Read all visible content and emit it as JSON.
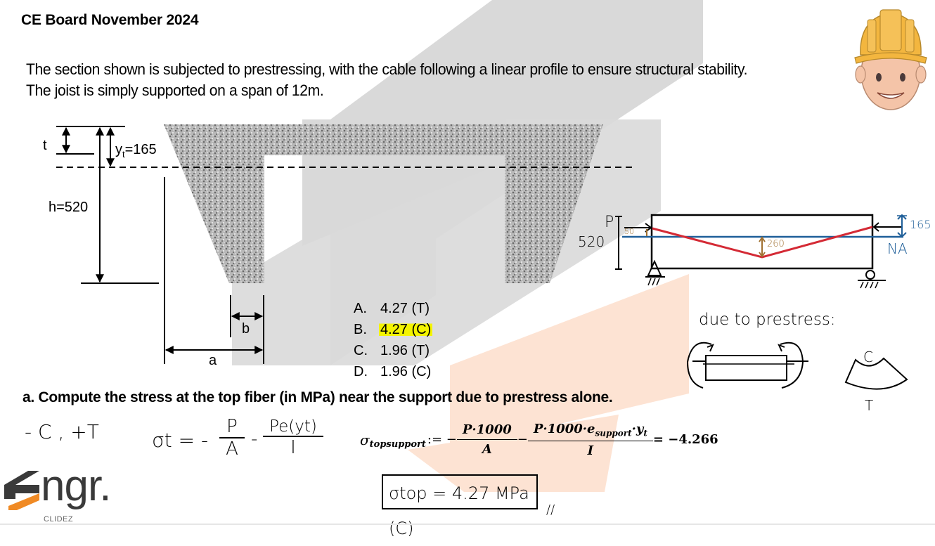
{
  "slide": {
    "title": "CE Board November 2024",
    "problem_lines": [
      "The section shown is subjected to prestressing, with the cable following a linear profile to ensure structural stability.",
      "The joist is simply supported on a span of 12m."
    ]
  },
  "section_diagram": {
    "label_t": "t",
    "label_yt_base": "y",
    "label_yt_sub": "t",
    "label_yt_value": "=165",
    "label_h": "h=520",
    "label_b": "b",
    "label_a": "a"
  },
  "choices": [
    {
      "letter": "A.",
      "value": "4.27 (T)",
      "highlighted": false
    },
    {
      "letter": "B.",
      "value": "4.27 (C)",
      "highlighted": true
    },
    {
      "letter": "C.",
      "value": "1.96 (T)",
      "highlighted": false
    },
    {
      "letter": "D.",
      "value": "1.96 (C)",
      "highlighted": false
    }
  ],
  "beam_sketch": {
    "label_p": "P",
    "label_depth": "520",
    "label_50": "50",
    "label_260": "260",
    "label_165": "165",
    "label_na": "NA",
    "colors": {
      "cable": "#d42a35",
      "neutral_axis": "#1f5f99",
      "dimension": "#a07030"
    }
  },
  "prestress_note": {
    "label": "due to prestress:",
    "label_c": "C",
    "label_t": "T"
  },
  "question": {
    "text": "a. Compute the stress at the top fiber (in MPa) near the support due to prestress alone."
  },
  "handwritten": {
    "sign_convention": "- C , +T",
    "formula_lhs": "σt = -",
    "formula_p": "P",
    "formula_a": "A",
    "formula_minus": "-",
    "formula_pe": "Pe(yt)",
    "formula_i": "I"
  },
  "mathcad": {
    "lhs": "σ",
    "lhs_sub": "topsupport",
    "assign": ":= −",
    "frac1_num": "P·1000",
    "frac1_den": "A",
    "minus": "−",
    "frac2_num": "P·1000·e",
    "frac2_num_sub": "support",
    "frac2_num_tail": "·y",
    "frac2_num_tail_sub": "t",
    "frac2_den": "I",
    "result": "= −4.266"
  },
  "answer": {
    "text": "σtop =  4.27 MPa (C)",
    "end_mark": "//"
  },
  "logo": {
    "text": "ngr.",
    "sub": "CLIDEZ",
    "accent_color": "#f08a24",
    "dark_color": "#3a3a3a"
  },
  "mascot": {
    "description": "engineer-with-hard-hat",
    "helmet_color": "#f3b63f",
    "skin_color": "#f4c4a8"
  }
}
